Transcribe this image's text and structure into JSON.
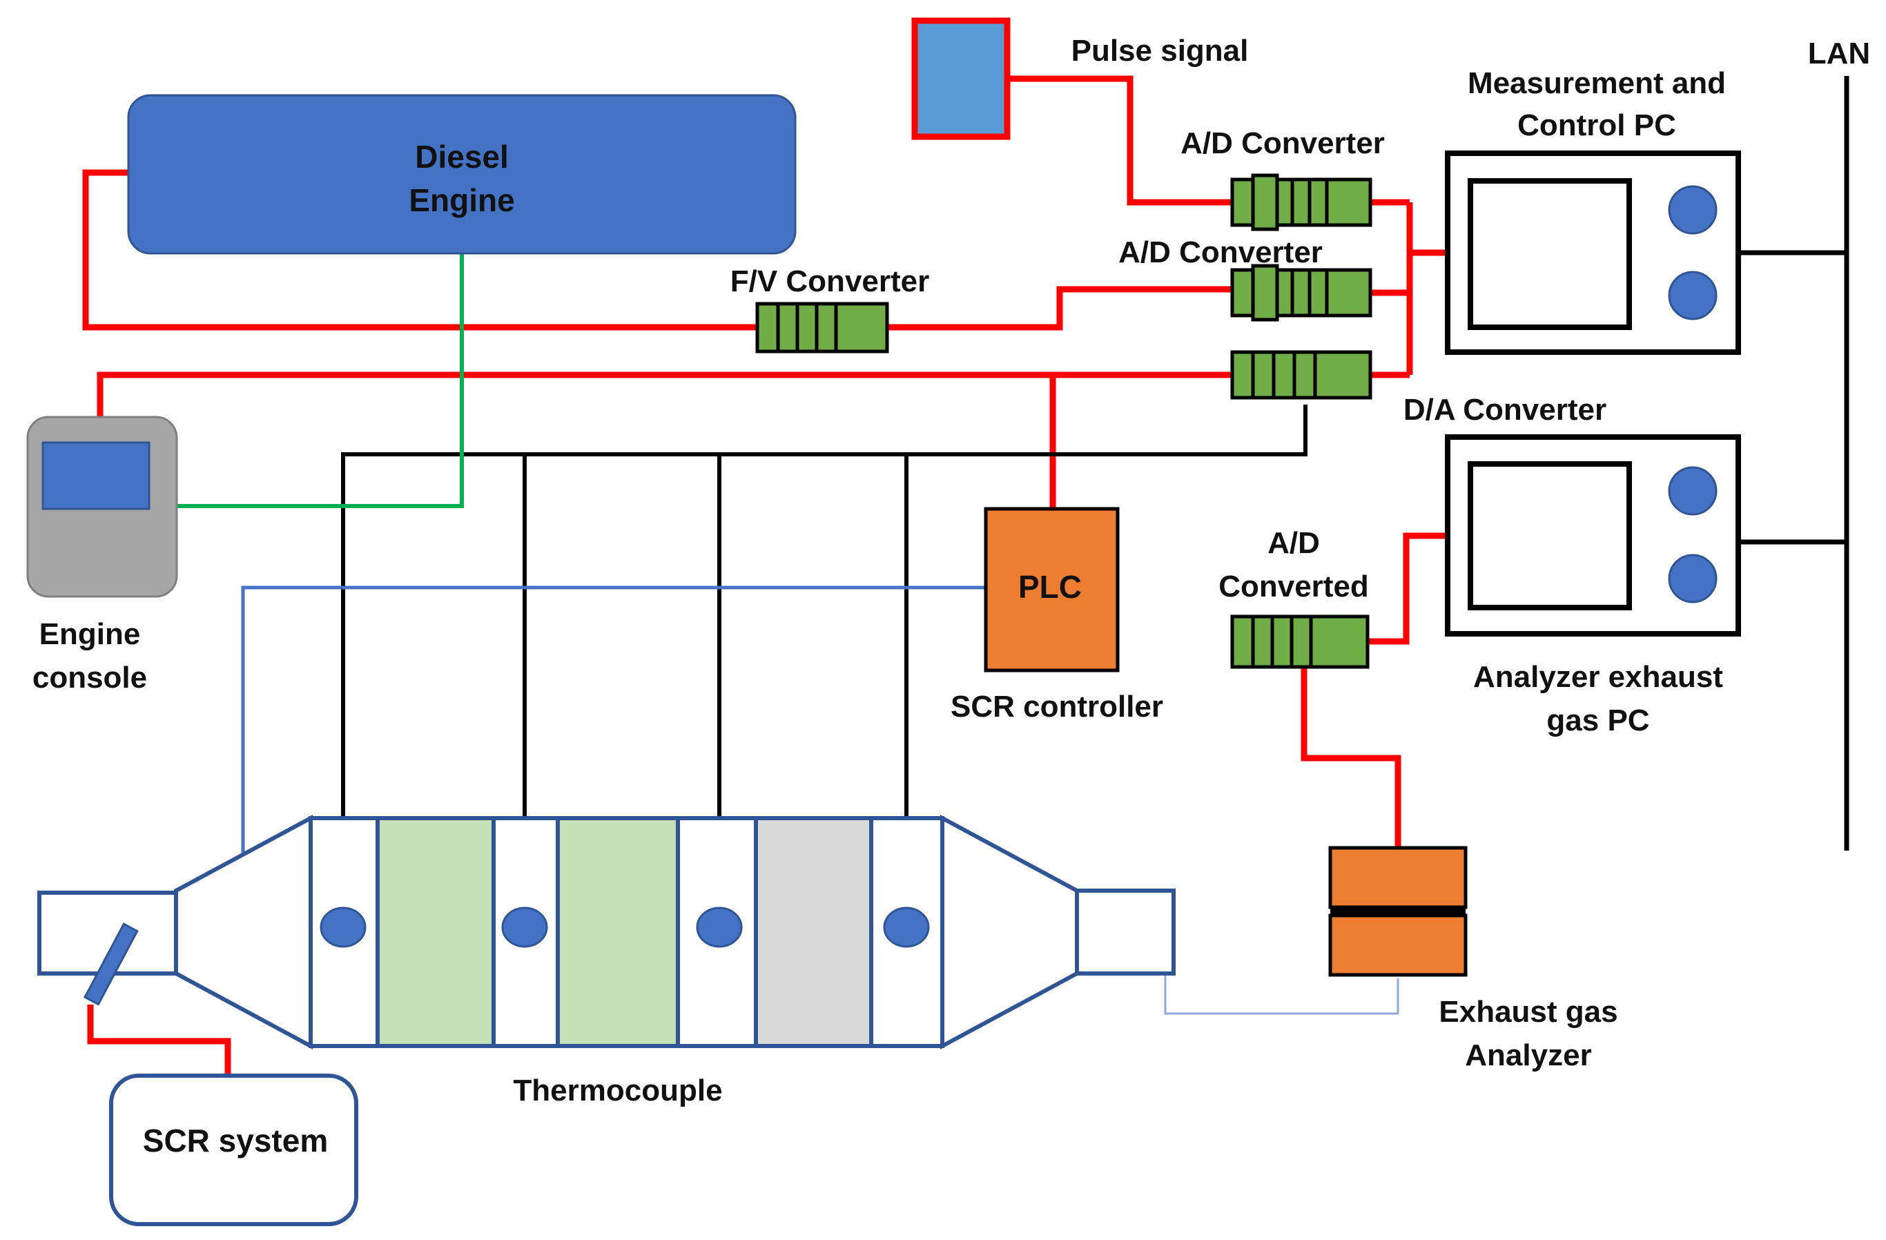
{
  "labels": {
    "diesel_engine_line1": "Diesel",
    "diesel_engine_line2": "Engine",
    "pulse_signal": "Pulse signal",
    "lan": "LAN",
    "measurement_pc_line1": "Measurement and",
    "measurement_pc_line2": "Control PC",
    "ad_converter_top": "A/D Converter",
    "ad_converter_mid": "A/D Converter",
    "fv_converter": "F/V Converter",
    "da_converter": "D/A Converter",
    "engine_console_line1": "Engine",
    "engine_console_line2": "console",
    "plc": "PLC",
    "scr_controller": "SCR controller",
    "ad_converted_line1": "A/D",
    "ad_converted_line2": "Converted",
    "analyzer_pc_line1": "Analyzer exhaust",
    "analyzer_pc_line2": "gas PC",
    "exhaust_analyzer_line1": "Exhaust gas",
    "exhaust_analyzer_line2": "Analyzer",
    "thermocouple": "Thermocouple",
    "scr_system": "SCR system"
  },
  "colors": {
    "signal_red": "#ff0000",
    "ground_black": "#000000",
    "console_green": "#00b050",
    "blue_line": "#4472c4",
    "light_blue_line": "#8eaadb",
    "engine_fill": "#4472c4",
    "pulse_fill": "#5b9bd5",
    "converter_fill": "#70ad47",
    "orange_fill": "#ed7d31",
    "catalyst_green": "#c5e0b4",
    "catalyst_gray": "#d9d9d9",
    "console_gray": "#a6a6a6",
    "outline_dark_blue": "#2f5597"
  }
}
